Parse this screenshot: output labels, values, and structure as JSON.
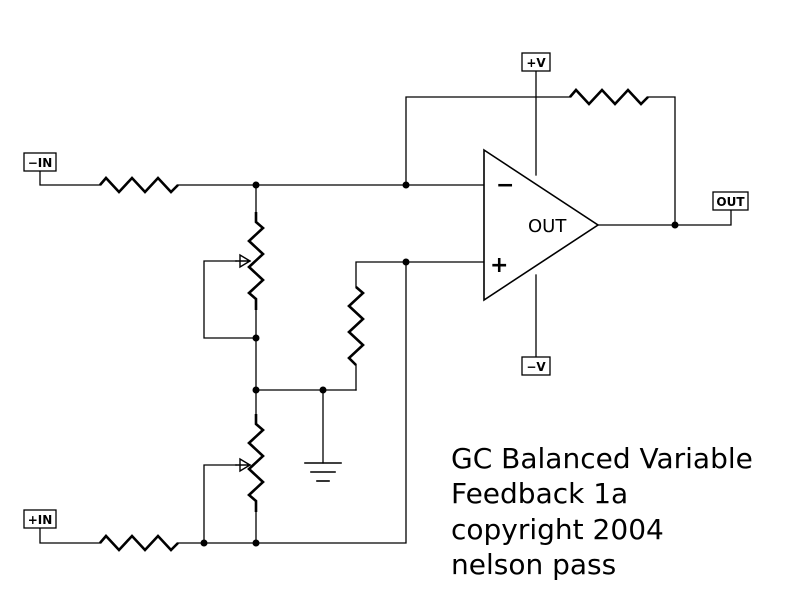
{
  "schematic": {
    "ports": {
      "neg_in": "−IN",
      "pos_in": "+IN",
      "out": "OUT",
      "pos_supply": "+V",
      "neg_supply": "−V"
    },
    "opamp": {
      "label": "OUT",
      "inverting": "−",
      "noninverting": "+"
    },
    "title_block": {
      "line1": "GC Balanced Variable",
      "line2": "Feedback 1a",
      "line3": "copyright 2004",
      "line4": "nelson pass"
    }
  }
}
